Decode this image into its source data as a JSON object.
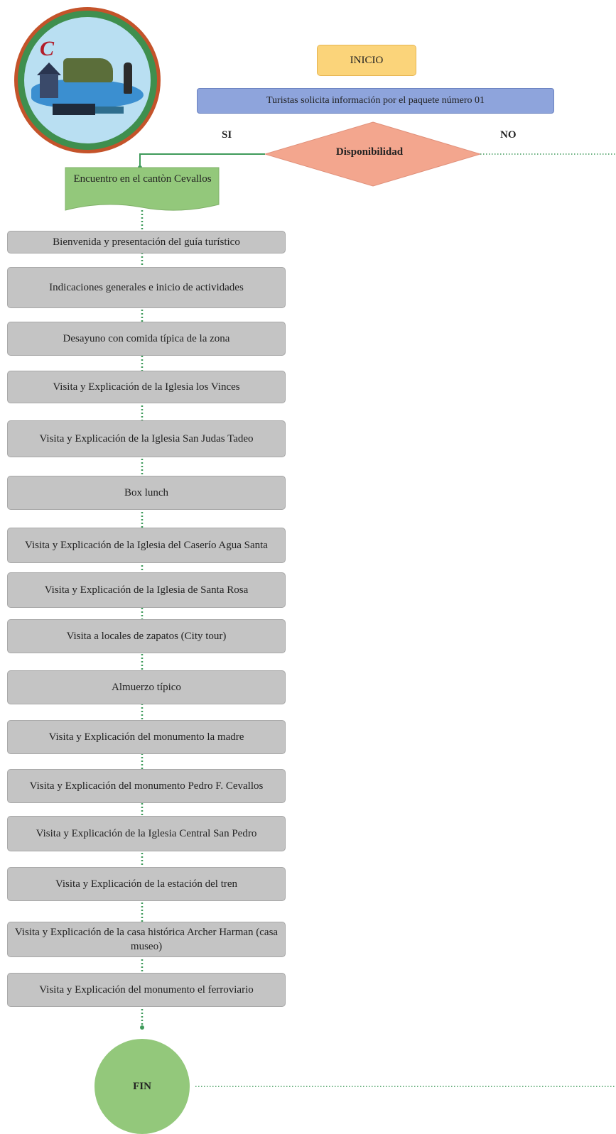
{
  "nodes": {
    "inicio": "INICIO",
    "request": "Turistas solicita información por el paquete número 01",
    "decision": "Disponibilidad",
    "yes_label": "SI",
    "no_label": "NO",
    "meeting": "Encuentro en el cantòn Cevallos",
    "fin": "FIN"
  },
  "steps": [
    "Bienvenida y presentación del guía turístico",
    "Indicaciones generales e inicio de actividades",
    "Desayuno con comida típica de la zona",
    "Visita y Explicación de la Iglesia los Vinces",
    "Visita y Explicación de la Iglesia San Judas Tadeo",
    "Box lunch",
    "Visita y Explicación de la Iglesia del Caserío Agua Santa",
    "Visita y Explicación de la Iglesia de Santa Rosa",
    "Visita a locales de zapatos  (City tour)",
    "Almuerzo típico",
    "Visita y Explicación del monumento la madre",
    "Visita y Explicación del monumento Pedro F. Cevallos",
    "Visita y Explicación de la Iglesia Central San Pedro",
    "Visita y Explicación de la estación del tren",
    "Visita y Explicación de la casa histórica Archer Harman (casa museo)",
    "Visita y Explicación del monumento el ferroviario"
  ],
  "colors": {
    "inicio": "#fbd47a",
    "request": "#8ea4dc",
    "decision": "#f3a68e",
    "meeting": "#93c87b",
    "step": "#c4c4c4",
    "fin": "#93c87b",
    "connector": "#3e9a5a"
  }
}
